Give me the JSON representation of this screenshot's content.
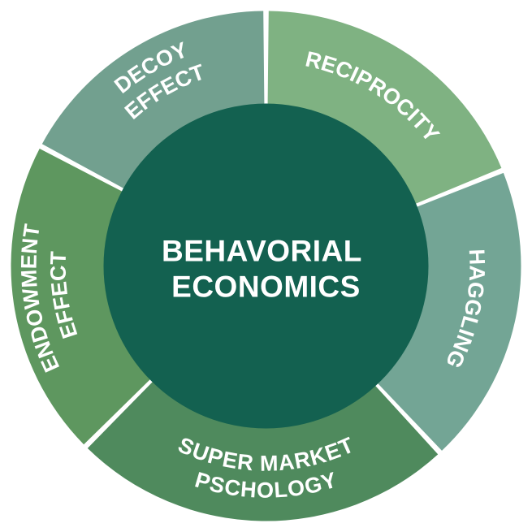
{
  "center": {
    "lines": [
      "BEHAVORIAL",
      "ECONOMICS"
    ],
    "color": "#136150"
  },
  "segments": [
    {
      "id": "reciprocity",
      "lines": [
        "RECIPROCITY"
      ],
      "color": "#7fb282"
    },
    {
      "id": "haggling",
      "lines": [
        "HAGGLING"
      ],
      "color": "#73a595"
    },
    {
      "id": "super-market-pschology",
      "lines": [
        "SUPER MARKET",
        "PSCHOLOGY"
      ],
      "color": "#4f8a5d"
    },
    {
      "id": "endowment-effect",
      "lines": [
        "ENDOWMENT",
        "EFFECT"
      ],
      "color": "#5e975f"
    },
    {
      "id": "decoy-effect",
      "lines": [
        "DECOY",
        "EFFECT"
      ],
      "color": "#72a08f"
    }
  ]
}
